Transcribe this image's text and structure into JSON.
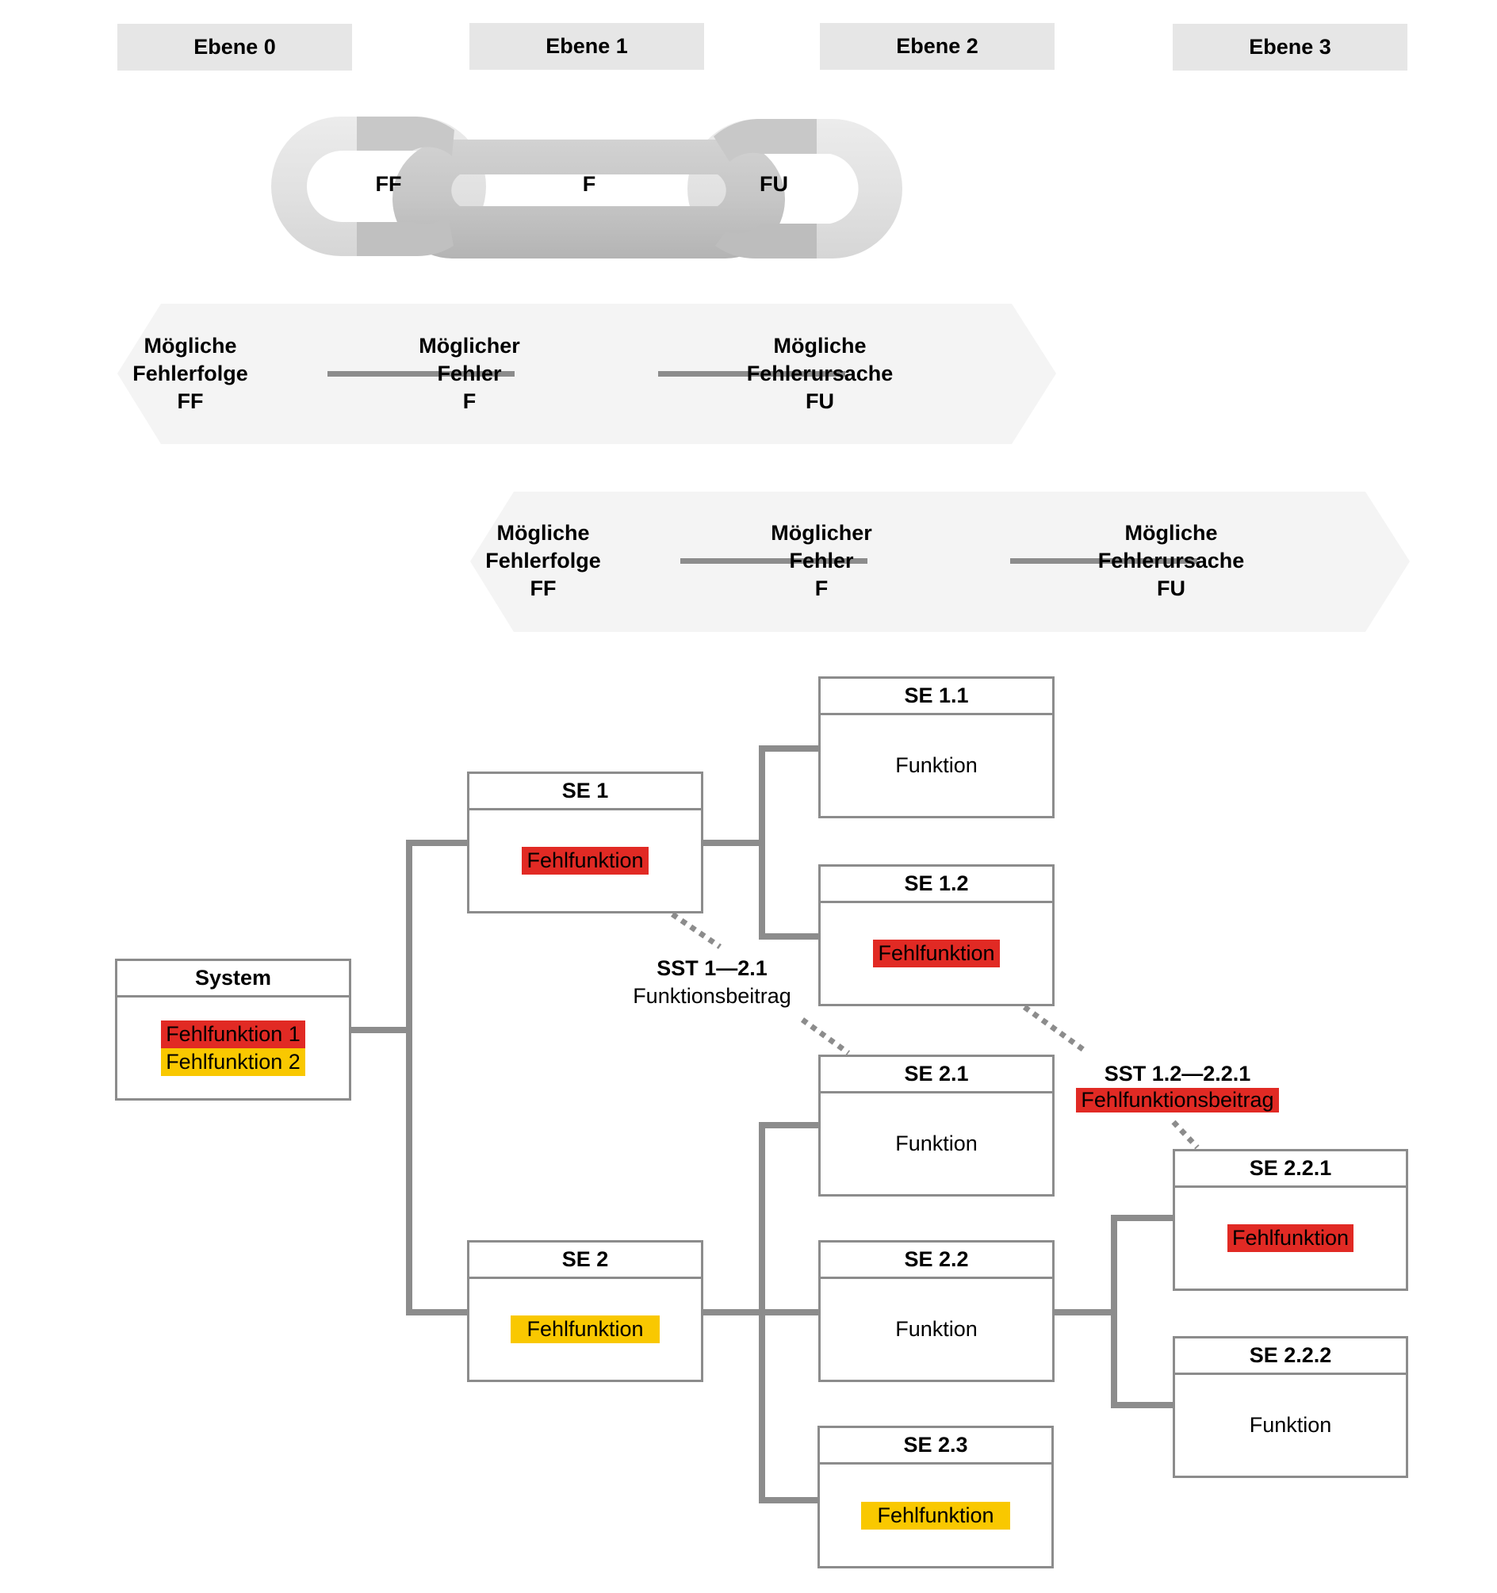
{
  "levels": [
    "Ebene 0",
    "Ebene 1",
    "Ebene 2",
    "Ebene 3"
  ],
  "chain": {
    "links": [
      "FF",
      "F",
      "FU"
    ]
  },
  "bands": [
    {
      "items": [
        {
          "line1": "Mögliche",
          "line2": "Fehlerfolge",
          "line3": "FF"
        },
        {
          "line1": "Möglicher",
          "line2": "Fehler",
          "line3": "F"
        },
        {
          "line1": "Mögliche",
          "line2": "Fehlerursache",
          "line3": "FU"
        }
      ]
    },
    {
      "items": [
        {
          "line1": "Mögliche",
          "line2": "Fehlerfolge",
          "line3": "FF"
        },
        {
          "line1": "Möglicher",
          "line2": "Fehler",
          "line3": "F"
        },
        {
          "line1": "Mögliche",
          "line2": "Fehlerursache",
          "line3": "FU"
        }
      ]
    }
  ],
  "nodes": {
    "system": {
      "title": "System",
      "entries": [
        {
          "text": "Fehlfunktion 1",
          "status": "red"
        },
        {
          "text": "Fehlfunktion 2",
          "status": "yellow"
        }
      ]
    },
    "se1": {
      "title": "SE 1",
      "entries": [
        {
          "text": "Fehlfunktion",
          "status": "red"
        }
      ]
    },
    "se2": {
      "title": "SE 2",
      "entries": [
        {
          "text": "Fehlfunktion",
          "status": "yellow"
        }
      ]
    },
    "se11": {
      "title": "SE 1.1",
      "entries": [
        {
          "text": "Funktion",
          "status": "plain"
        }
      ]
    },
    "se12": {
      "title": "SE 1.2",
      "entries": [
        {
          "text": "Fehlfunktion",
          "status": "red"
        }
      ]
    },
    "se21": {
      "title": "SE 2.1",
      "entries": [
        {
          "text": "Funktion",
          "status": "plain"
        }
      ]
    },
    "se22": {
      "title": "SE 2.2",
      "entries": [
        {
          "text": "Funktion",
          "status": "plain"
        }
      ]
    },
    "se23": {
      "title": "SE 2.3",
      "entries": [
        {
          "text": "Fehlfunktion",
          "status": "yellow"
        }
      ]
    },
    "se221": {
      "title": "SE 2.2.1",
      "entries": [
        {
          "text": "Fehlfunktion",
          "status": "red"
        }
      ]
    },
    "se222": {
      "title": "SE 2.2.2",
      "entries": [
        {
          "text": "Funktion",
          "status": "plain"
        }
      ]
    }
  },
  "interfaces": {
    "sst1": {
      "title": "SST 1—2.1",
      "label": "Funktionsbeitrag",
      "status": "plain"
    },
    "sst2": {
      "title": "SST 1.2—2.2.1",
      "label": "Fehlfunktionsbeitrag",
      "status": "red"
    }
  },
  "colors": {
    "red": "#E12A24",
    "yellow": "#F9C800",
    "line": "#8C8C8C",
    "level_bg": "#E6E6E6",
    "band_bg": "#F4F4F4"
  }
}
